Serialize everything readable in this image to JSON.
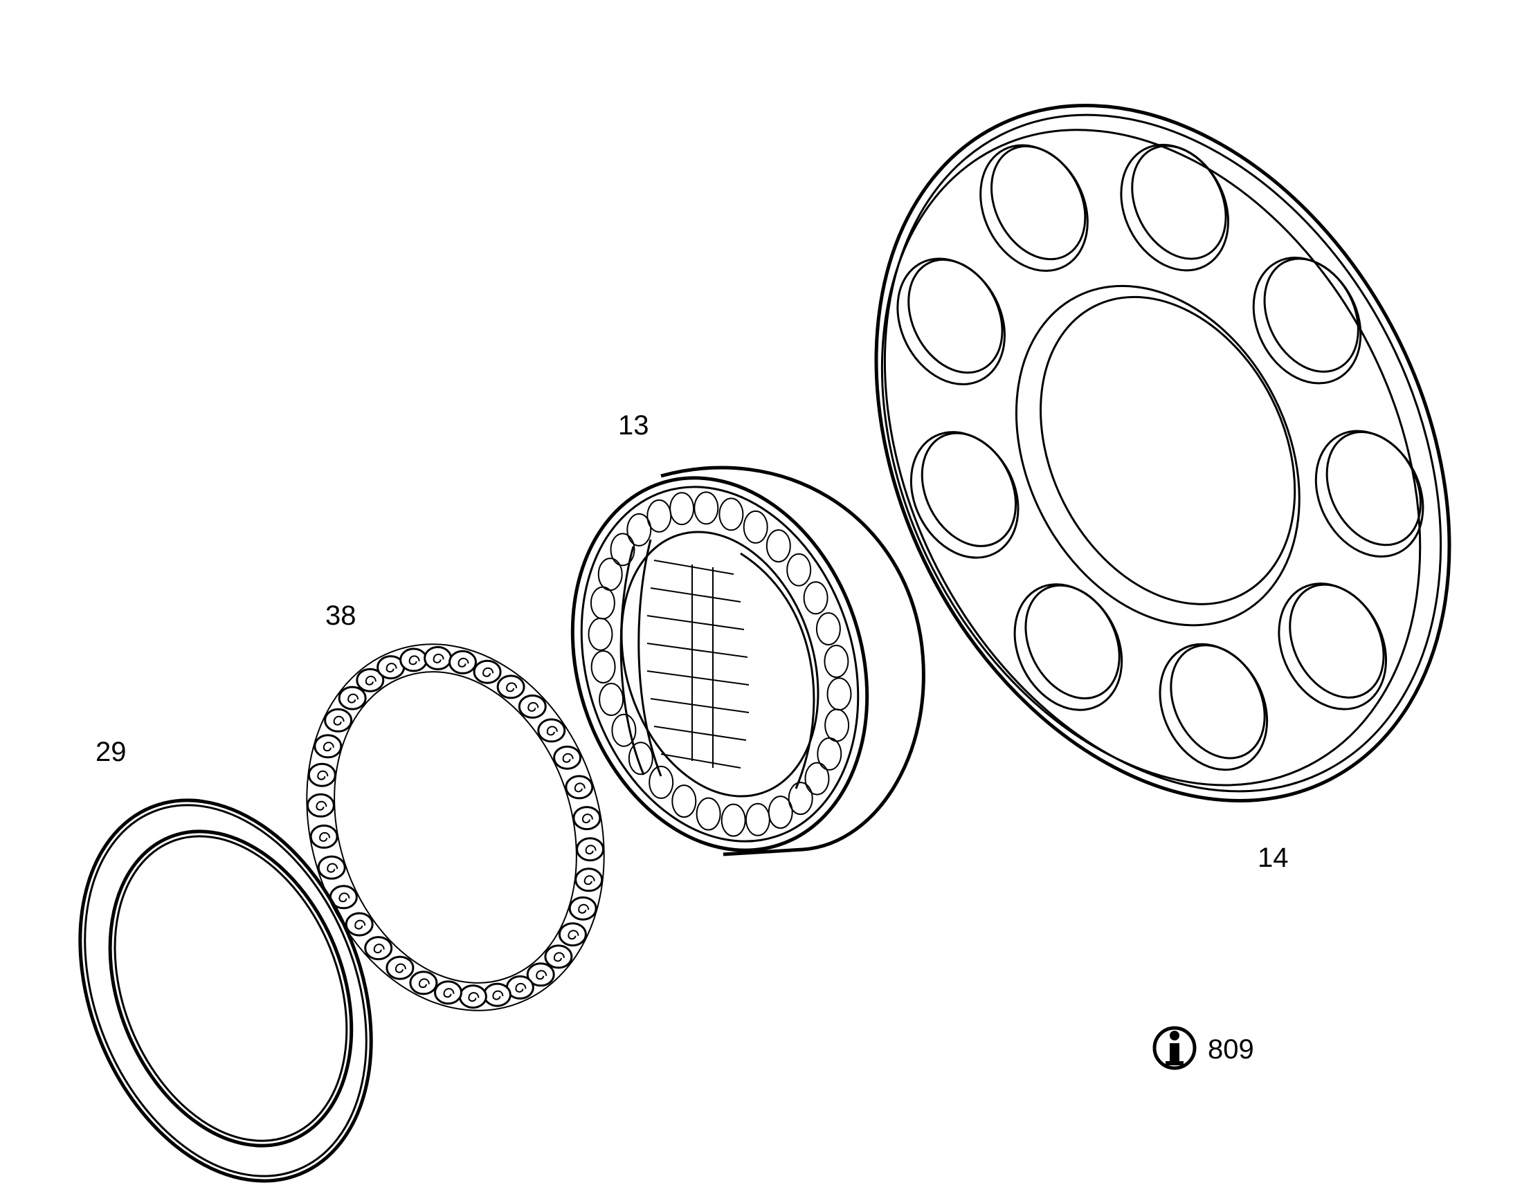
{
  "labels": {
    "part_13": "13",
    "part_14": "14",
    "part_29": "29",
    "part_38": "38"
  },
  "info": {
    "icon": "info-icon",
    "ref": "809"
  }
}
